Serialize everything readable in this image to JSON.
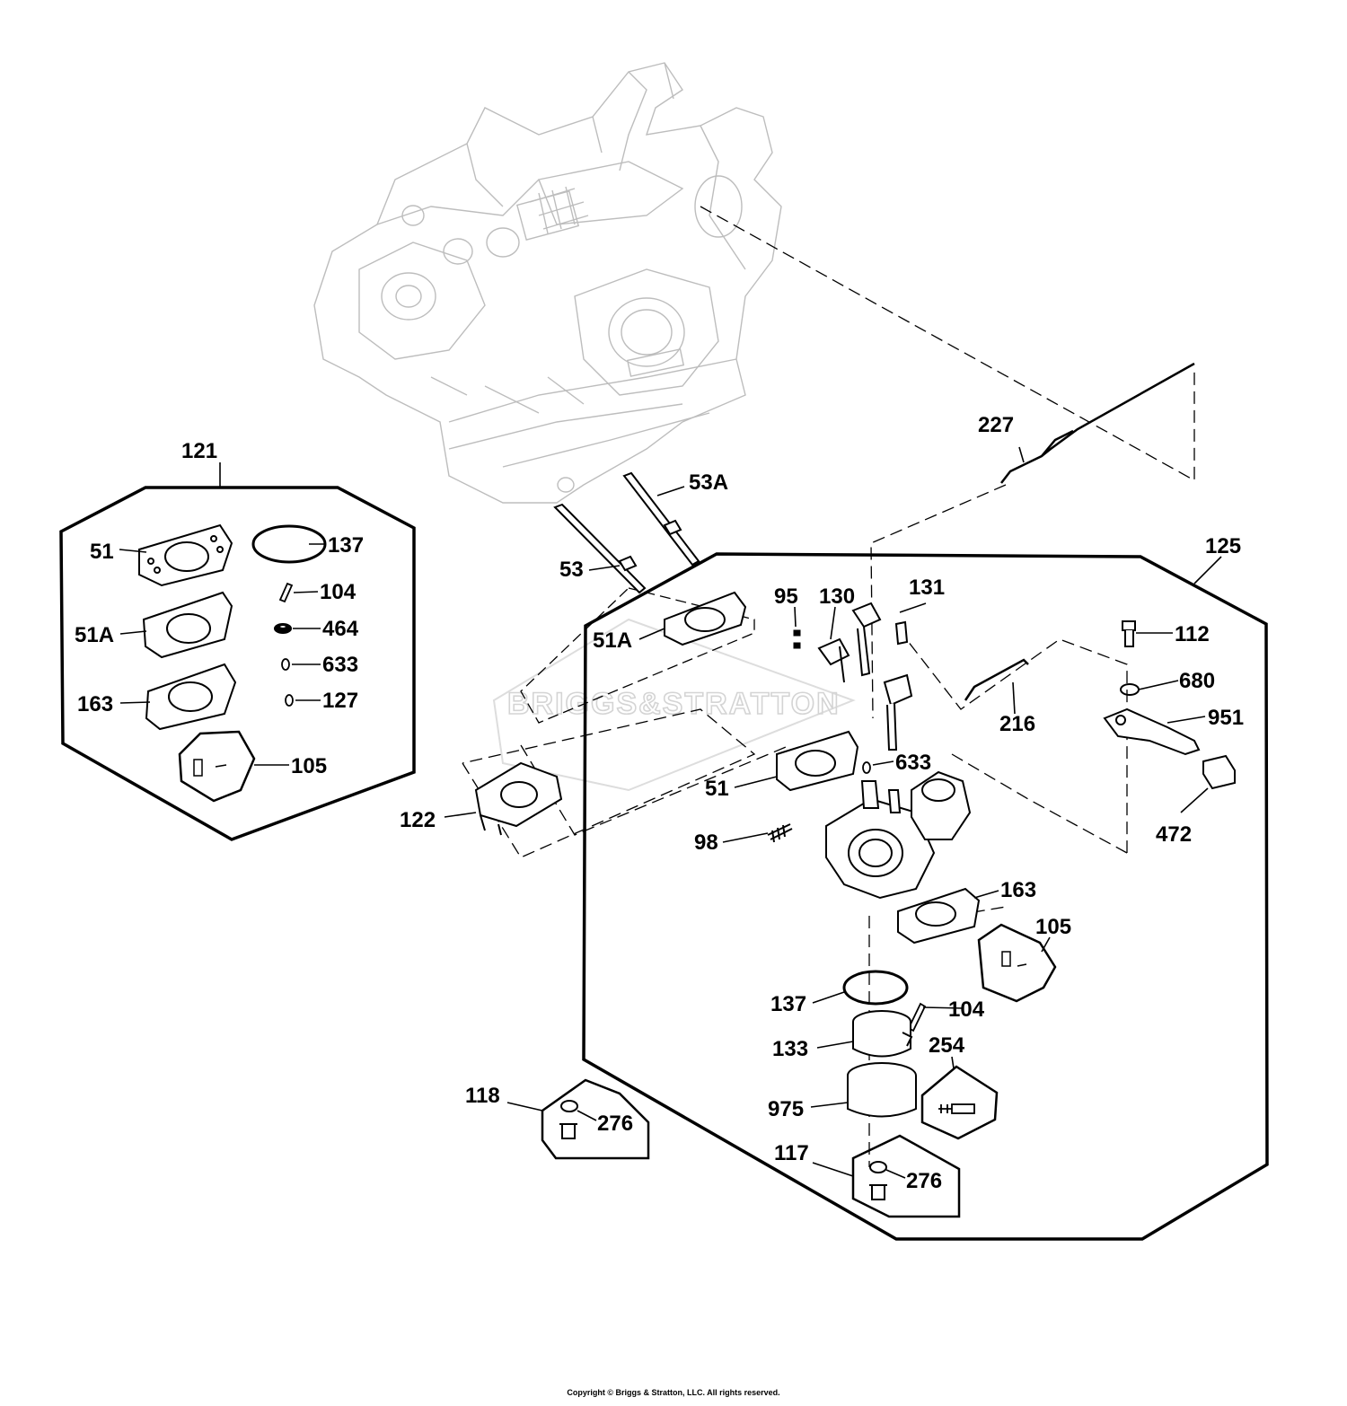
{
  "watermark": "BRIGGS&STRATTON",
  "copyright": "Copyright © Briggs & Stratton, LLC. All rights reserved.",
  "labels": {
    "l121": "121",
    "l51a_k": "51",
    "l137a": "137",
    "l104a": "104",
    "l51A_k": "51A",
    "l464": "464",
    "l633a": "633",
    "l163a": "163",
    "l127": "127",
    "l105a": "105",
    "l227": "227",
    "l53A": "53A",
    "l53": "53",
    "l125": "125",
    "l95": "95",
    "l130": "130",
    "l131": "131",
    "l51A_m": "51A",
    "l112": "112",
    "l680": "680",
    "l216": "216",
    "l951": "951",
    "l633b": "633",
    "l51_m": "51",
    "l472": "472",
    "l122": "122",
    "l98": "98",
    "l163b": "163",
    "l105b": "105",
    "l137b": "137",
    "l104b": "104",
    "l133": "133",
    "l254": "254",
    "l118": "118",
    "l276a": "276",
    "l975": "975",
    "l117": "117",
    "l276b": "276"
  }
}
